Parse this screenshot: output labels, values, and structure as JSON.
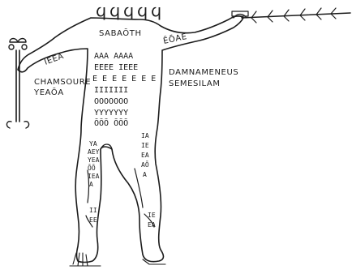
{
  "colors": {
    "ink": "#1b1b1b",
    "paper": "#ffffff"
  },
  "head_glyphs": [
    "ϥ",
    "ϥ",
    "ϥ",
    "ϥ",
    "ϥ"
  ],
  "names": {
    "top": "SABAŌTH",
    "right_shoulder": "ĒŌAE",
    "left_arm": "IEEA",
    "left_1": "CHAMSOURE",
    "left_2": "YEAŌA",
    "right_1": "DAMNAMENEUS",
    "right_2": "SEMESILAM"
  },
  "torso_rows": [
    "AAA AAAA",
    "EEEE IEEE",
    "E E E E E E E",
    "IIIIIII",
    "OOOOOOO",
    "YYYYYYY",
    "ŌŌŌ ŌŌŌ"
  ],
  "left_leg_rows": [
    "YA",
    "AEY",
    "YEA",
    "ŌŌ",
    "IEA",
    "A"
  ],
  "left_shin_rows": [
    "II",
    "EE"
  ],
  "right_leg_rows": [
    "IA",
    "IE",
    "EA",
    "AŌ",
    "A"
  ],
  "right_shin_rows": [
    "IE",
    "EA"
  ],
  "icons": [
    "staff-icon",
    "branch-icon"
  ]
}
